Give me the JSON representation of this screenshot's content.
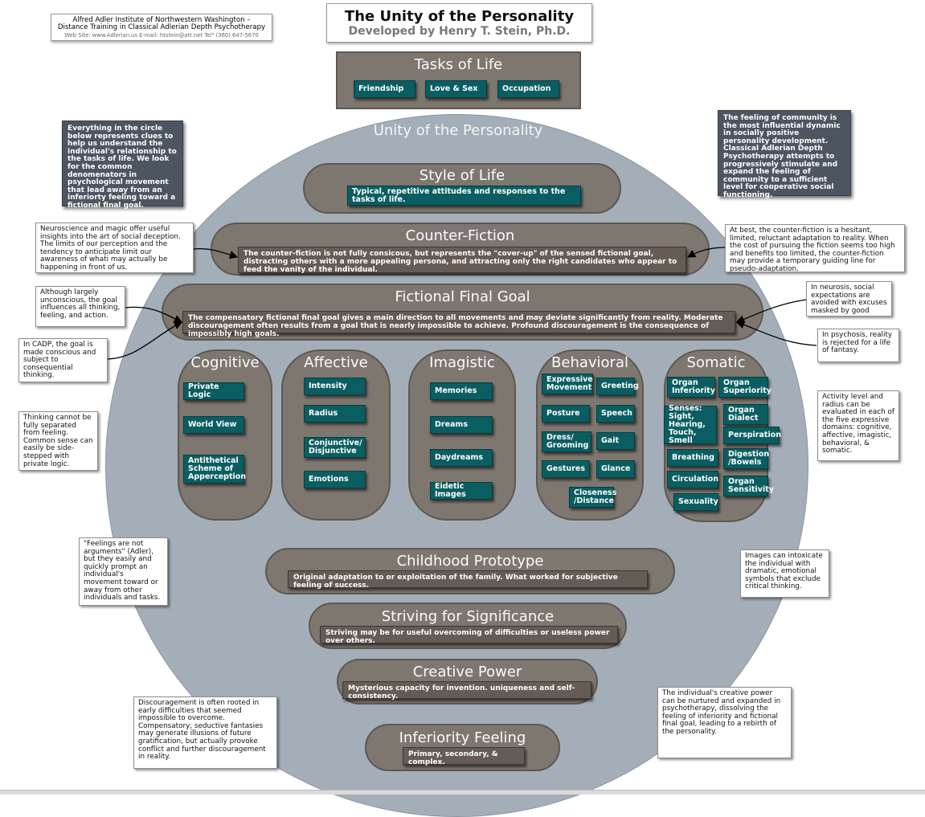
{
  "header": {
    "institute_line1": "Alfred Adler Institute of Northwestern Washington –",
    "institute_line2": "Distance Training in Classical Adlerian Depth Psychotherapy",
    "institute_contact": "Web Site: www.Adlerian.us    E-mail: htstein@att.net    Tel\" (360) 647-5670",
    "title": "The Unity of the Personality",
    "subtitle": "Developed by Henry T. Stein, Ph.D."
  },
  "tasks": {
    "title": "Tasks of Life",
    "items": [
      "Friendship",
      "Love & Sex",
      "Occupation"
    ]
  },
  "circle_title": "Unity of the Personality",
  "style_of_life": {
    "title": "Style of Life",
    "desc": "Typical, repetitive attitudes and responses to the tasks of life."
  },
  "counter_fiction": {
    "title": "Counter-Fiction",
    "desc": "The counter-fiction is not fully consicous, but represents the \"cover-up\" of the sensed fictional goal, distracting others with a more appealing persona, and attracting only the right candidates who appear to feed the vanity of the individual."
  },
  "fictional_goal": {
    "title": "Fictional Final Goal",
    "desc": "The compensatory fictional final goal gives a main direction to all movements and may deviate significantly from reality.  Moderate discouragement often results from a goal that is nearly impossible to achieve.  Profound discouragement is the consequence of impossibly high goals."
  },
  "categories": {
    "cognitive": {
      "title": "Cognitive",
      "items": [
        "Private Logic",
        "World View",
        "Antithetical Scheme of Apperception"
      ]
    },
    "affective": {
      "title": "Affective",
      "items": [
        "Intensity",
        "Radius",
        "Conjunctive/ Disjunctive",
        "Emotions"
      ]
    },
    "imagistic": {
      "title": "Imagistic",
      "items": [
        "Memories",
        "Dreams",
        "Daydreams",
        "Eidetic Images"
      ]
    },
    "behavioral": {
      "title": "Behavioral",
      "items": [
        "Expressive Movement",
        "Greeting",
        "Posture",
        "Speech",
        "Dress/ Grooming",
        "Gait",
        "Gestures",
        "Glance",
        "Closeness /Distance"
      ]
    },
    "somatic": {
      "title": "Somatic",
      "items": [
        "Organ Inferiority",
        "Organ Superiority",
        "Senses: Sight, Hearing, Touch, Smell",
        "Organ Dialect",
        "Perspiration",
        "Breathing",
        "Digestion /Bowels",
        "Circulation",
        "Organ Sensitivity",
        "Sexuality"
      ]
    }
  },
  "childhood": {
    "title": "Childhood Prototype",
    "desc": "Original adaptation to or exploitation of the family.  What worked for subjective feeling of success."
  },
  "striving": {
    "title": "Striving for Significance",
    "desc": "Striving may be for useful overcoming of difficulties or useless power over others."
  },
  "creative": {
    "title": "Creative Power",
    "desc": "Mysterious capacity for invention. uniqueness and self-consistency."
  },
  "inferiority": {
    "title": "Inferiority Feeling",
    "desc": "Primary, secondary, & complex."
  },
  "notes": {
    "everything": "Everything in the circle below represents clues to help us understand the individual's relationship to the tasks of life. We look for the common denomenators in psychological movement that lead away from an inferiorty feeling toward a fictional final goal.",
    "community": "The feeling of community is the most influential dynamic in socially positive personality development. Classical Adlerian Depth Psychotherapy attempts to progressively stimulate and expand the feeling of community to a sufficient level for cooperative social functioning.",
    "neuroscience": "Neuroscience and magic offer useful insights into the art of social deception. The limits of our perception and the tendency to anticipate limit our awareness of whati may actually be happening in front of us.",
    "at_best": "At best, the counter-fiction is a hesitant, limited, reluctant adaptation to reality.  When the cost of pursuing the fiction seems too high and benefits too limited, the counter-fiction may provide a temporary guiding line for pseudo-adaptation.",
    "although": "Although largely unconscious, the goal influences all thinking, feeling, and action.",
    "neurosis": "In neurosis, social expectations are avoided with excuses masked by good",
    "cadp": "In CADP, the goal is made conscious and subject to consequential thinking.",
    "psychosis": "In psychosis, reality is rejected for a life of fantasy.",
    "thinking": "Thinking cannot be fully separated from feeling. Common sense can easily be side-stepped with private logic.",
    "activity": "Activity level and radius can be evaluated in each of the five expressive domains: cognitive, affective, imagistic, behavioral, & somatic.",
    "feelings": "\"Feelings are not arguments\" (Adler), but they easily and quickly prompt an individual's movement toward or away from other individuals and tasks.",
    "images": "Images can intoxicate the individual with dramatic, emotional symbols that exclude critical thinking.",
    "discouragement": "Discouragement is often rooted in early difficulties that seemed impossible to overcome. Compensatory, seductive fantasies may generate illusions of future gratification, but actually provoke conflict and further discouragement in reality.",
    "creative_note": "The individual's creative power can be nurtured and expanded in psychotherapy, dissolving the feeling of inferiority and fictional final goal, leading to a rebirth of the personality."
  }
}
